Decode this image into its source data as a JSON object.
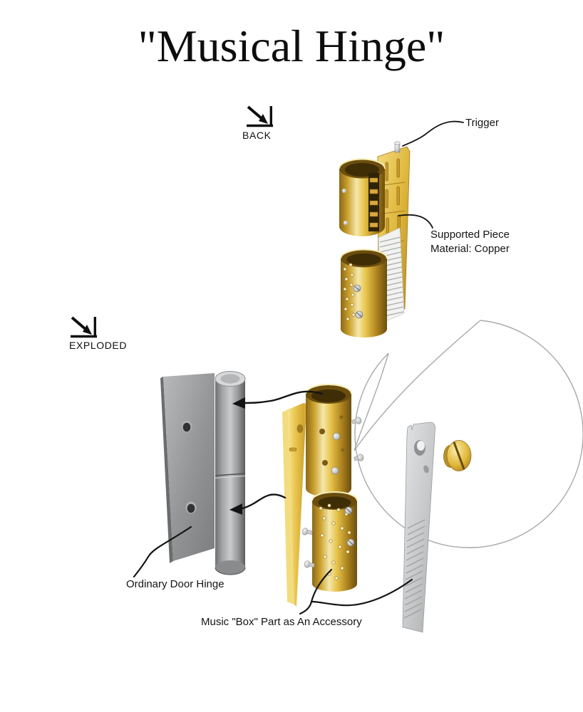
{
  "title": {
    "text": "\"Musical Hinge\""
  },
  "views": {
    "back": {
      "label": "BACK",
      "icon": "corner-arrow-icon"
    },
    "exploded": {
      "label": "EXPLODED",
      "icon": "corner-arrow-icon"
    }
  },
  "callouts": {
    "trigger": {
      "label": "Trigger"
    },
    "supported_piece": {
      "line1": "Supported Piece",
      "line2": "Material: Copper"
    },
    "ordinary_hinge": {
      "label": "Ordinary Door Hinge"
    },
    "music_box": {
      "label": "Music \"Box\" Part as An Accessory"
    }
  },
  "colors": {
    "background": "#ffffff",
    "brass": "#e3b83f",
    "brass_highlight": "#f7e9ac",
    "brass_shadow": "#7a5a16",
    "steel_light": "#c9cbcc",
    "steel_mid": "#9a9c9e",
    "steel_dark": "#5f6163",
    "callout_line": "#141414",
    "detail_circle_outline": "#a9a9a9",
    "text": "#141414"
  }
}
